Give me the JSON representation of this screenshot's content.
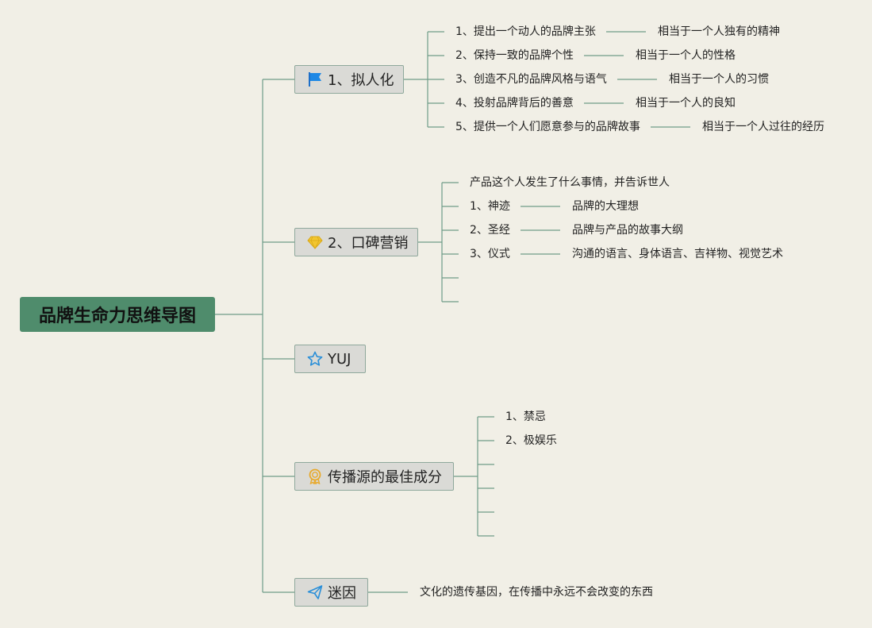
{
  "root": {
    "label": "品牌生命力思维导图"
  },
  "branches": [
    {
      "label": "1、拟人化",
      "icon": "flag-icon",
      "items": [
        {
          "left": "1、提出一个动人的品牌主张",
          "right": "相当于一个人独有的精神"
        },
        {
          "left": "2、保持一致的品牌个性",
          "right": "相当于一个人的性格"
        },
        {
          "left": "3、创造不凡的品牌风格与语气",
          "right": "相当于一个人的习惯"
        },
        {
          "left": "4、投射品牌背后的善意",
          "right": "相当于一个人的良知"
        },
        {
          "left": "5、提供一个人们愿意参与的品牌故事",
          "right": "相当于一个人过往的经历"
        }
      ]
    },
    {
      "label": "2、口碑营销",
      "icon": "gem-icon",
      "items": [
        {
          "left": "产品这个人发生了什么事情，并告诉世人",
          "right": ""
        },
        {
          "left": "1、神迹",
          "right": "品牌的大理想"
        },
        {
          "left": "2、圣经",
          "right": "品牌与产品的故事大纲"
        },
        {
          "left": "3、仪式",
          "right": "沟通的语言、身体语言、吉祥物、视觉艺术"
        },
        {
          "left": "",
          "right": ""
        },
        {
          "left": "",
          "right": ""
        }
      ]
    },
    {
      "label": "YUJ",
      "icon": "star-icon",
      "items": []
    },
    {
      "label": "传播源的最佳成分",
      "icon": "award-icon",
      "items": [
        {
          "left": "1、禁忌",
          "right": ""
        },
        {
          "left": "2、极娱乐",
          "right": ""
        },
        {
          "left": "",
          "right": ""
        },
        {
          "left": "",
          "right": ""
        },
        {
          "left": "",
          "right": ""
        },
        {
          "left": "",
          "right": ""
        }
      ]
    },
    {
      "label": "迷因",
      "icon": "paper-plane-icon",
      "items": [
        {
          "left": "文化的遗传基因，在传播中永远不会改变的东西",
          "right": ""
        }
      ]
    }
  ],
  "colors": {
    "root": "#4f8c6c",
    "line": "#6f9c88",
    "node_bg": "#dadad6",
    "background": "#f1efe6"
  }
}
